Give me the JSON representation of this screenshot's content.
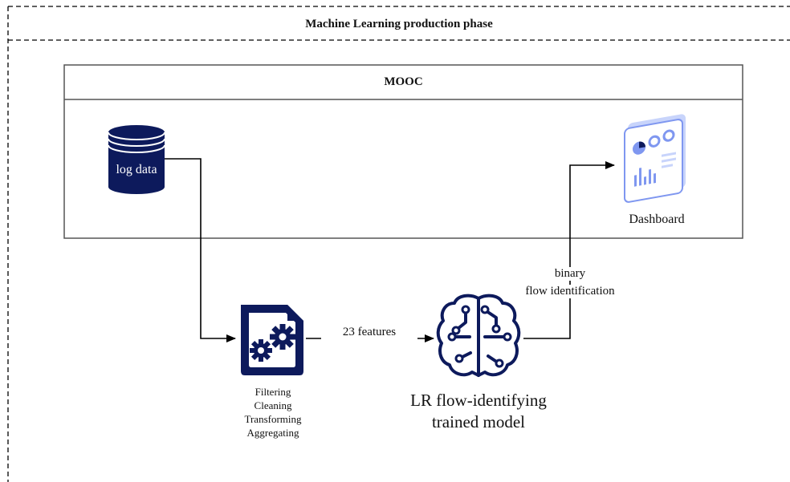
{
  "outer_container": {
    "title": "Machine Learning production phase"
  },
  "mooc_box": {
    "title": "MOOC"
  },
  "nodes": {
    "log_data": {
      "label": "log data"
    },
    "dashboard": {
      "label": "Dashboard"
    },
    "preprocess": {
      "steps": [
        "Filtering",
        "Cleaning",
        "Transforming",
        "Aggregating"
      ]
    },
    "model": {
      "line1": "LR flow-identifying",
      "line2": "trained model"
    }
  },
  "edges": {
    "features": {
      "label": "23 features"
    },
    "output": {
      "line1": "binary",
      "line2": "flow identification"
    }
  },
  "colors": {
    "navy": "#0d1a5c",
    "dashboard_blue": "#7f97f0",
    "dashboard_light": "#c8d4fb",
    "frame": "#555555"
  }
}
